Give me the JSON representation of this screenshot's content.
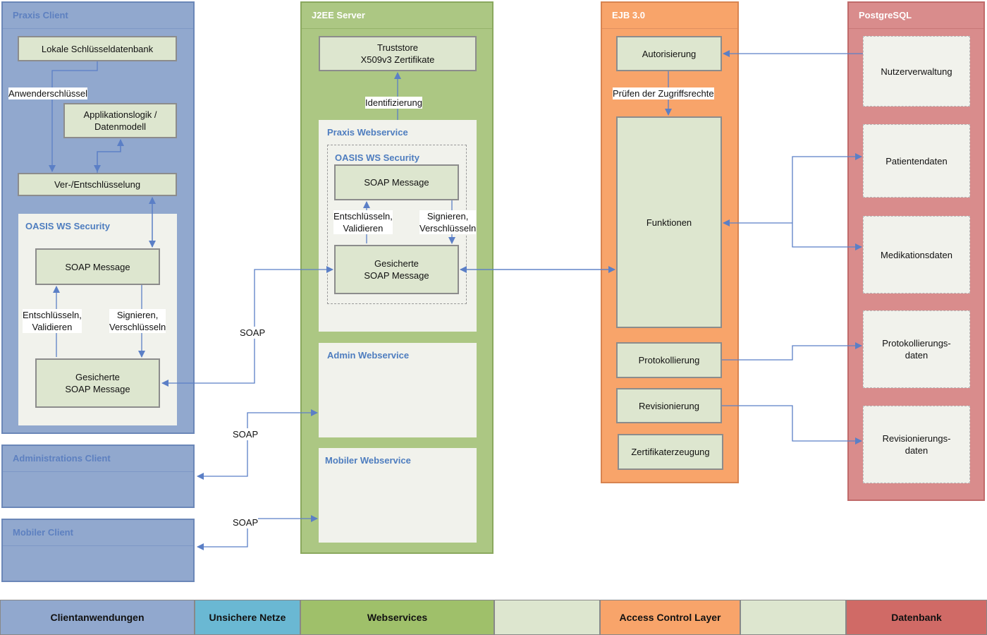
{
  "colors": {
    "client": "#91a8ce",
    "j2ee": "#acc783",
    "ejb": "#f8a46a",
    "postgres": "#d98c8c",
    "box": "#dde6cf",
    "zone": "#f1f2ec",
    "arrow": "#5b7fc6"
  },
  "praxis_client": {
    "title": "Praxis Client",
    "lokale_db": "Lokale Schlüsseldatenbank",
    "anwenderschluessel": "Anwenderschlüssel",
    "applikationslogik": "Applikationslogik /\nDatenmodell",
    "verentschluesselung": "Ver-/Entschlüsselung",
    "oasis": {
      "title": "OASIS WS Security",
      "soap_message": "SOAP Message",
      "entschluesseln": "Entschlüsseln,\nValidieren",
      "signieren": "Signieren,\nVerschlüsseln",
      "gesicherte": "Gesicherte\nSOAP Message"
    }
  },
  "admin_client": {
    "title": "Administrations Client"
  },
  "mobiler_client": {
    "title": "Mobiler Client"
  },
  "soap_labels": [
    "SOAP",
    "SOAP",
    "SOAP"
  ],
  "j2ee": {
    "title": "J2EE Server",
    "truststore": "Truststore\nX509v3 Zertifikate",
    "identifizierung": "Identifizierung",
    "praxis_ws": {
      "title": "Praxis Webservice",
      "oasis_title": "OASIS WS Security",
      "soap_message": "SOAP Message",
      "entschluesseln": "Entschlüsseln,\nValidieren",
      "signieren": "Signieren,\nVerschlüsseln",
      "gesicherte": "Gesicherte\nSOAP Message"
    },
    "admin_ws": {
      "title": "Admin Webservice"
    },
    "mobiler_ws": {
      "title": "Mobiler Webservice"
    }
  },
  "ejb": {
    "title": "EJB 3.0",
    "autorisierung": "Autorisierung",
    "pruefen": "Prüfen der Zugriffsrechte",
    "funktionen": "Funktionen",
    "protokollierung": "Protokollierung",
    "revisionierung": "Revisionierung",
    "zertifikaterzeugung": "Zertifikaterzeugung"
  },
  "postgres": {
    "title": "PostgreSQL",
    "nutzerverwaltung": "Nutzerverwaltung",
    "patientendaten": "Patientendaten",
    "medikationsdaten": "Medikationsdaten",
    "protokollierungsdaten": "Protokollierungs-\ndaten",
    "revisionierungsdaten": "Revisionierungs-\ndaten"
  },
  "legend": {
    "items": [
      {
        "label": "Clientanwendungen",
        "color": "#91a8ce"
      },
      {
        "label": "Unsichere Netze",
        "color": "#6ab8d3"
      },
      {
        "label": "Webservices",
        "color": "#9fc06a"
      },
      {
        "label": "",
        "color": "#dde6cf"
      },
      {
        "label": "Access Control Layer",
        "color": "#f8a46a"
      },
      {
        "label": "",
        "color": "#dde6cf"
      },
      {
        "label": "Datenbank",
        "color": "#d06a66"
      }
    ]
  }
}
